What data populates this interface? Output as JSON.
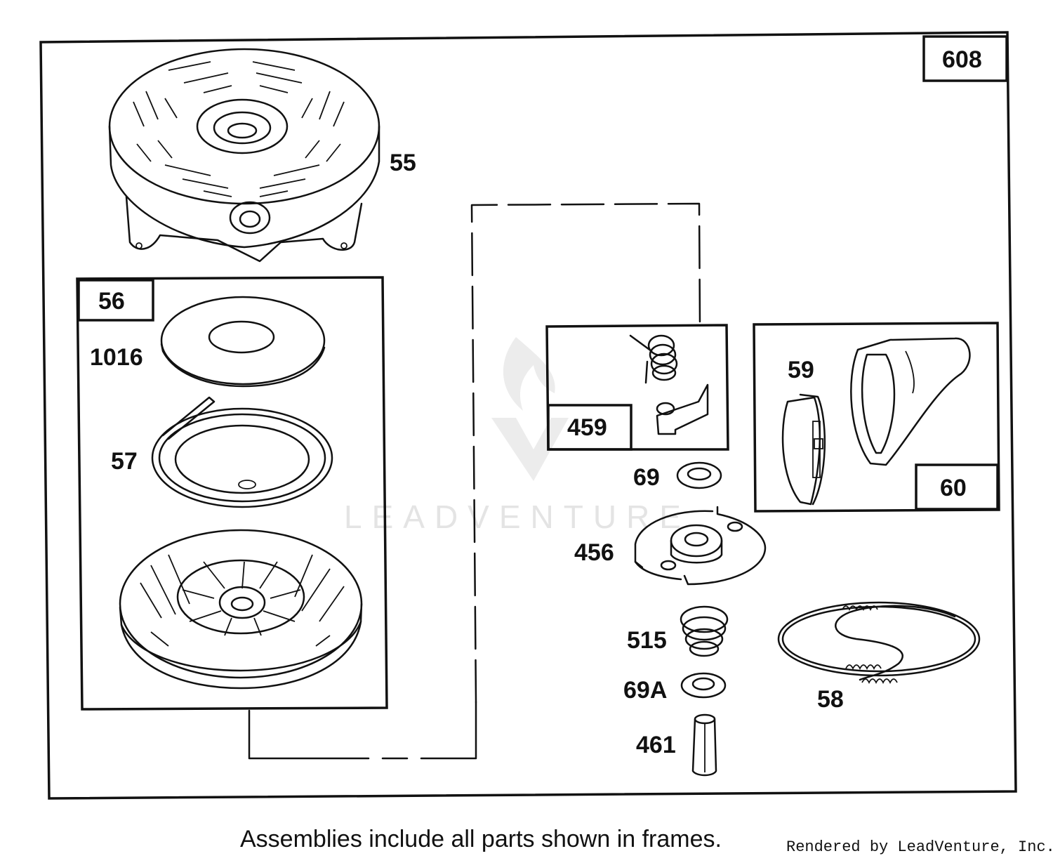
{
  "callouts": {
    "assembly": "608",
    "housing": "55",
    "pulley_assembly": "56",
    "seal": "1016",
    "spring": "57",
    "pawl_kit": "459",
    "handle_kit": "60",
    "insert": "59",
    "washer": "69",
    "retainer": "456",
    "brake_spring": "515",
    "washer_a": "69A",
    "pin": "461",
    "rope": "58"
  },
  "watermark": "LEADVENTURE",
  "footer": "Assemblies include all parts shown in frames.",
  "credit": "Rendered by LeadVenture, Inc."
}
